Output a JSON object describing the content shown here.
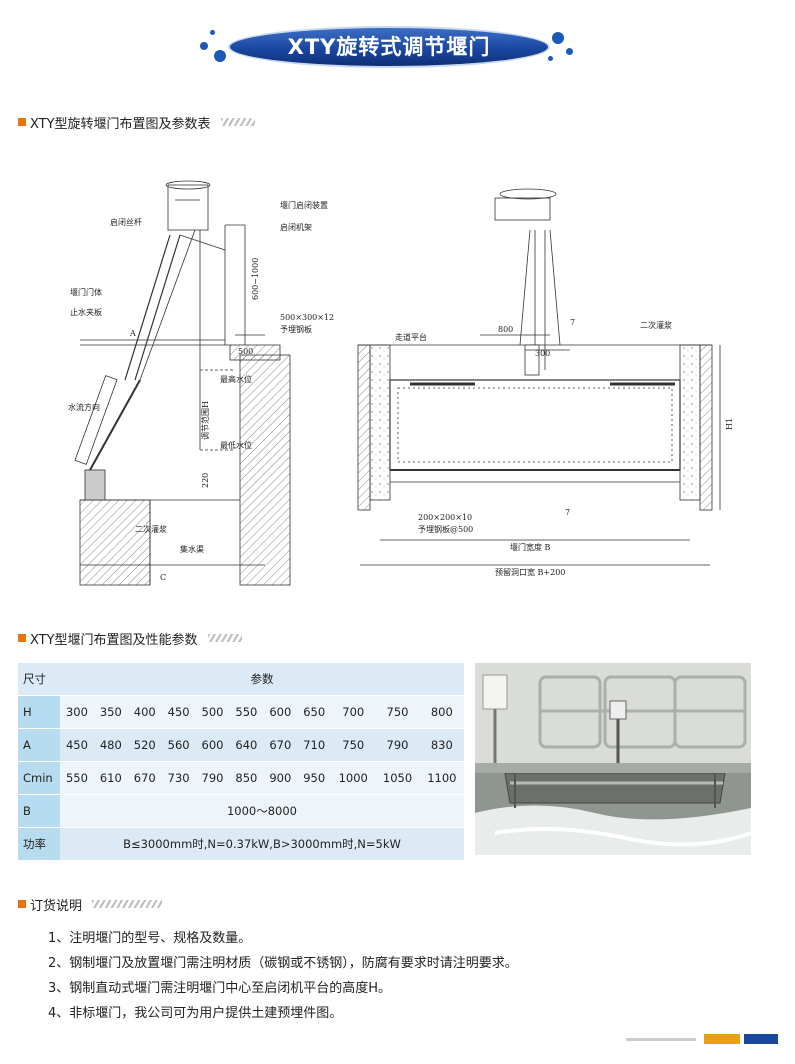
{
  "banner": {
    "title": "XTY旋转式调节堰门"
  },
  "section1": {
    "title": "XTY型旋转堰门布置图及参数表"
  },
  "drawing": {
    "labels": {
      "screw": "启闭丝杆",
      "gate_body": "堰门门体",
      "seal_plate": "止水夹板",
      "flow_dir": "水流方向",
      "grout_left": "二次灌浆",
      "channel": "集水渠",
      "device": "堰门启闭装置",
      "frame": "启闭机架",
      "height_range": "600~1000",
      "embed_plate_1": "500×300×12",
      "embed_plate_1b": "予埋钢板",
      "dim_500": "500",
      "dim_A": "A",
      "dim_C": "C",
      "max_level": "最高水位",
      "min_level": "最低水位",
      "adjust_range": "调节范围H",
      "dim_220": "220",
      "walkway": "走道平台",
      "dim_800": "800",
      "dim_300": "300",
      "grout_right": "二次灌浆",
      "dim_H1": "H1",
      "embed_plate_2": "200×200×10",
      "embed_plate_2b": "予埋钢板@500",
      "gate_width": "堰门宽度 B",
      "opening_width": "预留洞口宽 B+200",
      "dim_7": "7"
    }
  },
  "section2": {
    "title": "XTY型堰门布置图及性能参数"
  },
  "table": {
    "header": [
      "尺寸",
      "参数"
    ],
    "rows": [
      {
        "label": "H",
        "values": [
          "300",
          "350",
          "400",
          "450",
          "500",
          "550",
          "600",
          "650",
          "700",
          "750",
          "800"
        ]
      },
      {
        "label": "A",
        "values": [
          "450",
          "480",
          "520",
          "560",
          "600",
          "640",
          "670",
          "710",
          "750",
          "790",
          "830"
        ]
      },
      {
        "label": "Cmin",
        "values": [
          "550",
          "610",
          "670",
          "730",
          "790",
          "850",
          "900",
          "950",
          "1000",
          "1050",
          "1100"
        ]
      }
    ],
    "b_label": "B",
    "b_value": "1000～8000",
    "power_label": "功率",
    "power_value": "B≤3000mm时,N=0.37kW,B>3000mm时,N=5kW"
  },
  "section3": {
    "title": "订货说明"
  },
  "notes": [
    "1、注明堰门的型号、规格及数量。",
    "2、钢制堰门及放置堰门需注明材质（碳钢或不锈钢），防腐有要求时请注明要求。",
    "3、钢制直动式堰门需注明堰门中心至启闭机平台的高度H。",
    "4、非标堰门，我公司可为用户提供土建预埋件图。"
  ],
  "colors": {
    "accent": "#e8720d",
    "banner": "#1a47a0",
    "table_head": "#b8dcef",
    "table_row": "#dbeaf5"
  }
}
